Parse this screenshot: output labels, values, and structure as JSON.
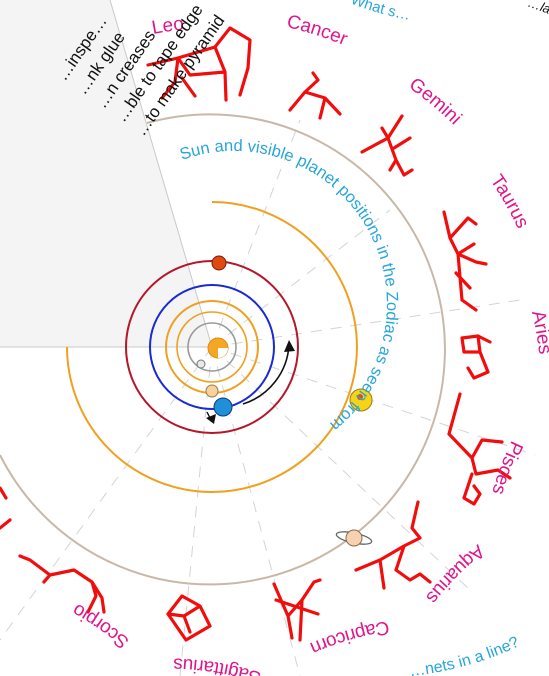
{
  "instructions": [
    "…inspe…",
    "…nk glue",
    "…n creases",
    "…ble to tape edge",
    "…to make pyramid"
  ],
  "top_edge_text": "What s…",
  "top_right_text": "…late",
  "center_title": "Sun and visible planet positions in the Zodiac as seen from Earth's orbit in the Ecliptic plane",
  "bottom_right_text": "…nets in a line?",
  "zodiac": [
    "Leo",
    "Cancer",
    "Gemini",
    "Taurus",
    "Aries",
    "Pisces",
    "Aquarius",
    "Capricorn",
    "Sagittarius",
    "Scorpio"
  ],
  "colors": {
    "zodiac_label": "#e0158c",
    "constellation": "#f20d0d",
    "title_text": "#27a6db",
    "outer_orbit": "#c8b8a8",
    "saturn_orbit": "#f0a020",
    "jupiter_orbit": "#b5162c",
    "mars_orbit": "#b5162c",
    "earth_orbit": "#1a2ad4",
    "venus_orbit": "#f0a020"
  }
}
